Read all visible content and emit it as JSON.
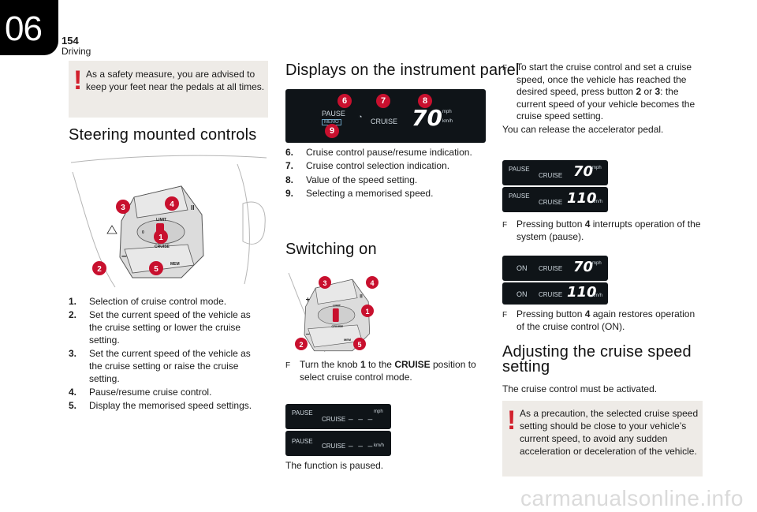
{
  "header": {
    "chapter": "06",
    "page": "154",
    "section": "Driving"
  },
  "warning_top": {
    "mark": "!",
    "lines": [
      "As a safety measure, you are advised to",
      "keep your feet near the pedals at all times."
    ]
  },
  "steering": {
    "title": "Steering mounted controls",
    "items": [
      {
        "num": "1.",
        "lines": [
          "Selection of cruise control mode."
        ]
      },
      {
        "num": "2.",
        "lines": [
          "Set the current speed of the vehicle as",
          "the cruise setting or lower the cruise",
          "setting."
        ]
      },
      {
        "num": "3.",
        "lines": [
          "Set the current speed of the vehicle as",
          "the cruise setting or raise the cruise",
          "setting."
        ]
      },
      {
        "num": "4.",
        "lines": [
          "Pause/resume cruise control."
        ]
      },
      {
        "num": "5.",
        "lines": [
          "Display the memorised speed settings."
        ]
      }
    ]
  },
  "controls_image": {
    "labels": {
      "limit": "LIMIT",
      "cruise": "CRUISE",
      "mem": "MEM",
      "pause": "II",
      "plus": "+",
      "minus": "–",
      "off": "0"
    },
    "callouts": [
      "1",
      "2",
      "3",
      "4",
      "5"
    ]
  },
  "displays": {
    "title": "Displays on the instrument panel",
    "screen": {
      "pause": "PAUSE",
      "cruise": "CRUISE",
      "speed": "70",
      "mph": "mph",
      "kmh": "km/h",
      "memo": "MEMO",
      "callouts": [
        "6",
        "7",
        "8",
        "9"
      ]
    },
    "items": [
      {
        "num": "6.",
        "text": "Cruise control pause/resume indication."
      },
      {
        "num": "7.",
        "text": "Cruise control selection indication."
      },
      {
        "num": "8.",
        "text": "Value of the speed setting."
      },
      {
        "num": "9.",
        "text": "Selecting a memorised speed."
      }
    ]
  },
  "switching_on": {
    "title": "Switching on",
    "bullet_glyph": "F",
    "bullet_lines": [
      "Turn the knob ",
      "1",
      " to the ",
      "CRUISE",
      " position to",
      "select cruise control mode."
    ],
    "paused_screens": [
      {
        "pause": "PAUSE",
        "cruise": "CRUISE",
        "dashes": "_ _ _",
        "unit": "mph"
      },
      {
        "pause": "PAUSE",
        "cruise": "CRUISE",
        "dashes": "_ _ _",
        "unit": "km/h"
      }
    ],
    "caption": "The function is paused."
  },
  "right_column": {
    "start_lines": [
      "To start the cruise control and set a cruise",
      "speed, once the vehicle has reached the",
      "desired speed, press button ",
      "2",
      " or ",
      "3",
      ": the",
      "current speed of your vehicle becomes the",
      "cruise speed setting."
    ],
    "release": "You can release the accelerator pedal.",
    "screens_set": [
      {
        "state": "PAUSE",
        "cruise": "CRUISE",
        "speed": "70",
        "unit": "mph"
      },
      {
        "state": "PAUSE",
        "cruise": "CRUISE",
        "speed": "110",
        "unit": "km/h"
      }
    ],
    "pause_lines": [
      "Pressing button ",
      "4",
      " interrupts operation of the",
      "system (pause)."
    ],
    "screens_on": [
      {
        "state": "ON",
        "cruise": "CRUISE",
        "speed": "70",
        "unit": "mph"
      },
      {
        "state": "ON",
        "cruise": "CRUISE",
        "speed": "110",
        "unit": "km/h"
      }
    ],
    "resume_lines": [
      "Pressing button ",
      "4",
      " again restores operation",
      "of the cruise control (ON)."
    ],
    "adjust_title": [
      "Adjusting the cruise speed",
      "setting"
    ],
    "adjust_text": "The cruise control must be activated.",
    "warning": {
      "mark": "!",
      "lines": [
        "As a precaution, the selected cruise speed",
        "setting should be close to your vehicle’s",
        "current speed, to avoid any sudden",
        "acceleration or deceleration of the vehicle."
      ]
    }
  },
  "watermark": "carmanualsonline.info",
  "colors": {
    "accent_red": "#c8102e",
    "box_bg": "#eeebe7",
    "screen_bg": "#0f1418"
  }
}
